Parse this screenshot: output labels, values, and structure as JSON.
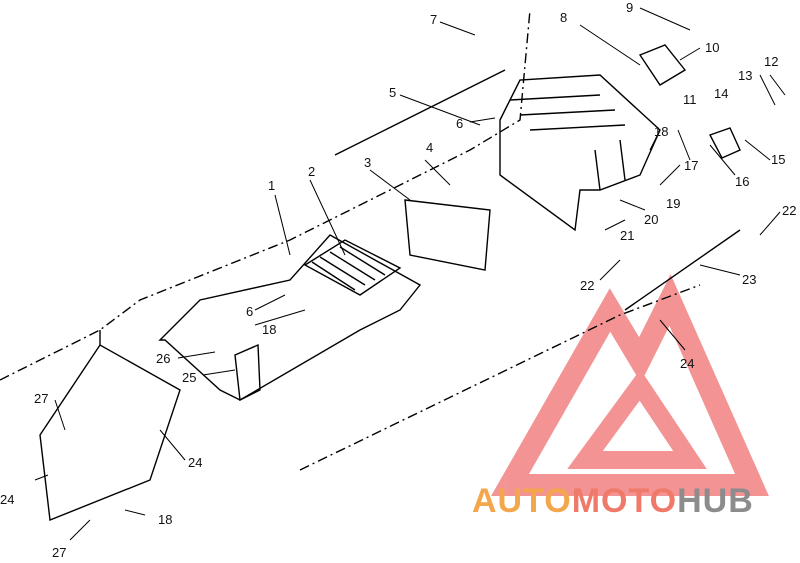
{
  "parts": [
    "1",
    "2",
    "3",
    "4",
    "5",
    "6",
    "6",
    "7",
    "8",
    "9",
    "10",
    "11",
    "12",
    "13",
    "14",
    "15",
    "16",
    "17",
    "18",
    "18",
    "18",
    "19",
    "20",
    "21",
    "22",
    "22",
    "23",
    "24",
    "24",
    "24",
    "25",
    "26",
    "27",
    "27"
  ],
  "watermark": {
    "word1": "AUTO",
    "word2": "MOTO",
    "word3": "HUB",
    "colors": {
      "accent": "#f08a3a",
      "red": "#f06a6a",
      "gray": "#8c8c8c"
    }
  }
}
